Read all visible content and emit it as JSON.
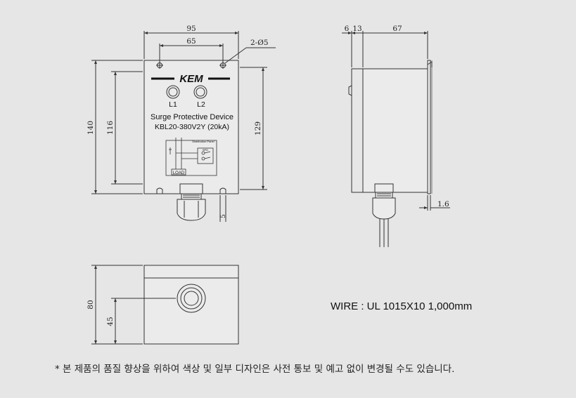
{
  "front_view": {
    "dim_width": "95",
    "dim_hole_spacing": "65",
    "dim_hole_callout": "2-Ø5",
    "dim_height_total": "140",
    "dim_height_hole": "116",
    "dim_height_right": "129",
    "dim_slot": "5",
    "brand": "KEM",
    "led_labels": [
      "L1",
      "L2"
    ],
    "product_name": "Surge Protective Device",
    "model": "KBL20-380V2Y (20kA)",
    "schematic": {
      "panel_label": "Distribution Panel",
      "spd_label": "SPD",
      "load_label": "LOAD"
    }
  },
  "side_view": {
    "dim_a": "6",
    "dim_b": "13",
    "dim_c": "67",
    "dim_thickness": "1.6"
  },
  "bottom_view": {
    "dim_height": "80",
    "dim_center": "45"
  },
  "wire_note": "WIRE : UL 1015X10 1,000mm",
  "disclaimer": "* 본 제품의 품질 향상을 위하여 색상 및 일부 디자인은 사전 통보 및 예고 없이 변경될 수도 있습니다."
}
